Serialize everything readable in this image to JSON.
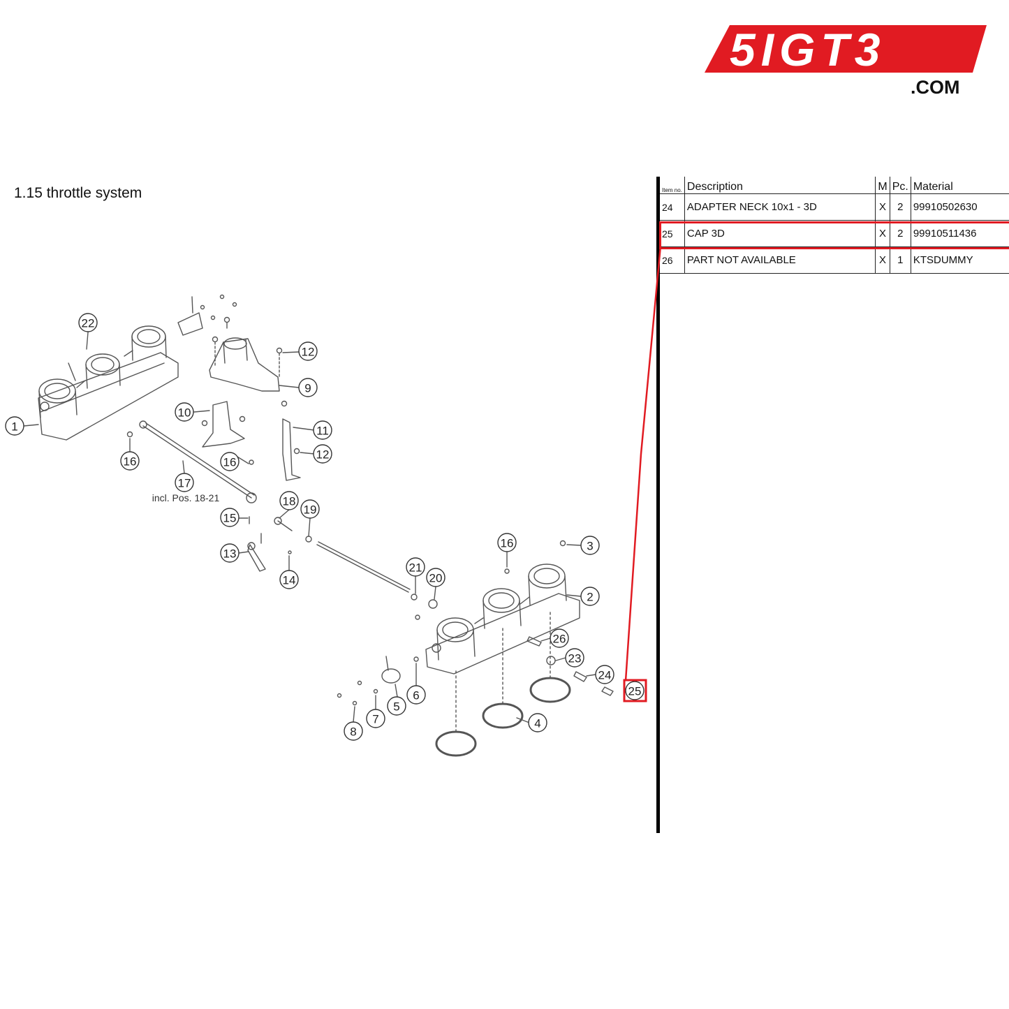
{
  "logo": {
    "text": "5IGT3",
    "suffix": ".COM",
    "color": "#e11b22"
  },
  "section": {
    "title": "1.15  throttle system"
  },
  "table": {
    "headers": {
      "item": "Item no.",
      "description": "Description",
      "m": "M",
      "pc": "Pc.",
      "material": "Material"
    },
    "rows": [
      {
        "item": "24",
        "description": "ADAPTER NECK 10x1 - 3D",
        "m": "X",
        "pc": "2",
        "material": "99910502630"
      },
      {
        "item": "25",
        "description": "CAP 3D",
        "m": "X",
        "pc": "2",
        "material": "99910511436"
      },
      {
        "item": "26",
        "description": "PART NOT AVAILABLE",
        "m": "X",
        "pc": "1",
        "material": "KTSDUMMY"
      }
    ],
    "highlighted_item": "25"
  },
  "diagram": {
    "note": "incl. Pos. 18-21",
    "callouts": [
      "1",
      "2",
      "3",
      "4",
      "5",
      "6",
      "7",
      "8",
      "9",
      "10",
      "11",
      "12",
      "12",
      "13",
      "14",
      "15",
      "16",
      "16",
      "16",
      "17",
      "18",
      "19",
      "20",
      "21",
      "22",
      "23",
      "24",
      "25",
      "26"
    ],
    "highlight_color": "#e11b22"
  }
}
